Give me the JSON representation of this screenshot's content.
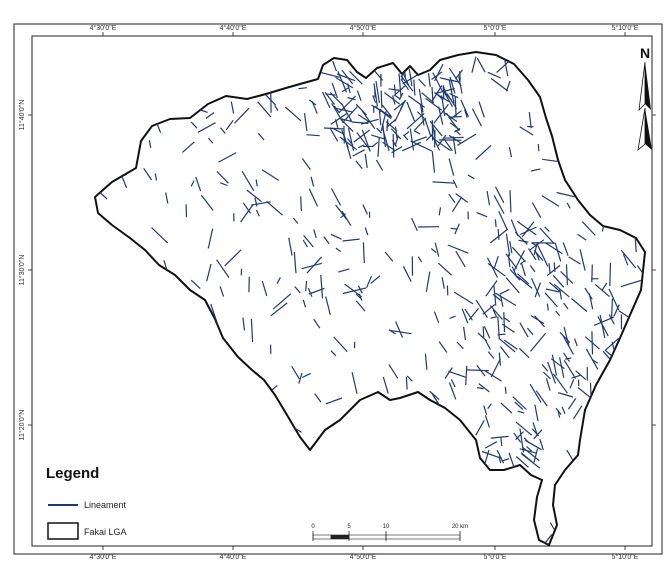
{
  "map": {
    "top_ticks": [
      "4°30'0\"E",
      "4°40'0\"E",
      "4°50'0\"E",
      "5°0'0\"E",
      "5°10'0\"E"
    ],
    "bottom_ticks": [
      "4°30'0\"E",
      "4°40'0\"E",
      "4°50'0\"E",
      "5°0'0\"E",
      "5°10'0\"E"
    ],
    "left_ticks": [
      "11°40'0\"N",
      "11°30'0\"N",
      "11°20'0\"N"
    ],
    "north_label": "N",
    "colors": {
      "lineament": "#1f3a73",
      "boundary": "#111111",
      "background": "#ffffff"
    }
  },
  "legend": {
    "title": "Legend",
    "items": [
      {
        "label": "Lineament",
        "symbol": "line"
      },
      {
        "label": "Fakai LGA",
        "symbol": "polygon"
      }
    ]
  },
  "scale": {
    "ticks": [
      "0",
      "5",
      "10",
      "20 km"
    ]
  }
}
